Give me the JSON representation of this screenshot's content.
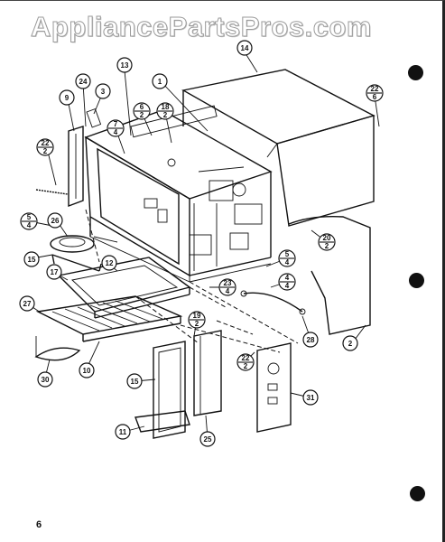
{
  "watermark": "AppliancePartsPros.com",
  "page_number": "6",
  "callouts": [
    {
      "id": "c1",
      "label": "1"
    },
    {
      "id": "c2",
      "label": "2"
    },
    {
      "id": "c3",
      "label": "3"
    },
    {
      "id": "c9",
      "label": "9"
    },
    {
      "id": "c10",
      "label": "10"
    },
    {
      "id": "c11",
      "label": "11"
    },
    {
      "id": "c12",
      "label": "12"
    },
    {
      "id": "c13",
      "label": "13"
    },
    {
      "id": "c14",
      "label": "14"
    },
    {
      "id": "c15",
      "label": "15"
    },
    {
      "id": "c15b",
      "label": "15"
    },
    {
      "id": "c17",
      "label": "17"
    },
    {
      "id": "c24",
      "label": "24"
    },
    {
      "id": "c25",
      "label": "25"
    },
    {
      "id": "c26",
      "label": "26"
    },
    {
      "id": "c27",
      "label": "27"
    },
    {
      "id": "c28",
      "label": "28"
    },
    {
      "id": "c30",
      "label": "30"
    },
    {
      "id": "c31",
      "label": "31"
    }
  ],
  "fraction_callouts": [
    {
      "id": "f7_4",
      "top": "7",
      "bottom": "4"
    },
    {
      "id": "f6_2",
      "top": "6",
      "bottom": "2"
    },
    {
      "id": "f18_2",
      "top": "18",
      "bottom": "2"
    },
    {
      "id": "f22_2a",
      "top": "22",
      "bottom": "2"
    },
    {
      "id": "f22_6",
      "top": "22",
      "bottom": "6"
    },
    {
      "id": "f5_4a",
      "top": "5",
      "bottom": "4"
    },
    {
      "id": "f20_2",
      "top": "20",
      "bottom": "2"
    },
    {
      "id": "f5_4b",
      "top": "5",
      "bottom": "4"
    },
    {
      "id": "f4_4",
      "top": "4",
      "bottom": "4"
    },
    {
      "id": "f23_4",
      "top": "23",
      "bottom": "4"
    },
    {
      "id": "f19_2",
      "top": "19",
      "bottom": "2"
    },
    {
      "id": "f22_2b",
      "top": "22",
      "bottom": "2"
    }
  ]
}
